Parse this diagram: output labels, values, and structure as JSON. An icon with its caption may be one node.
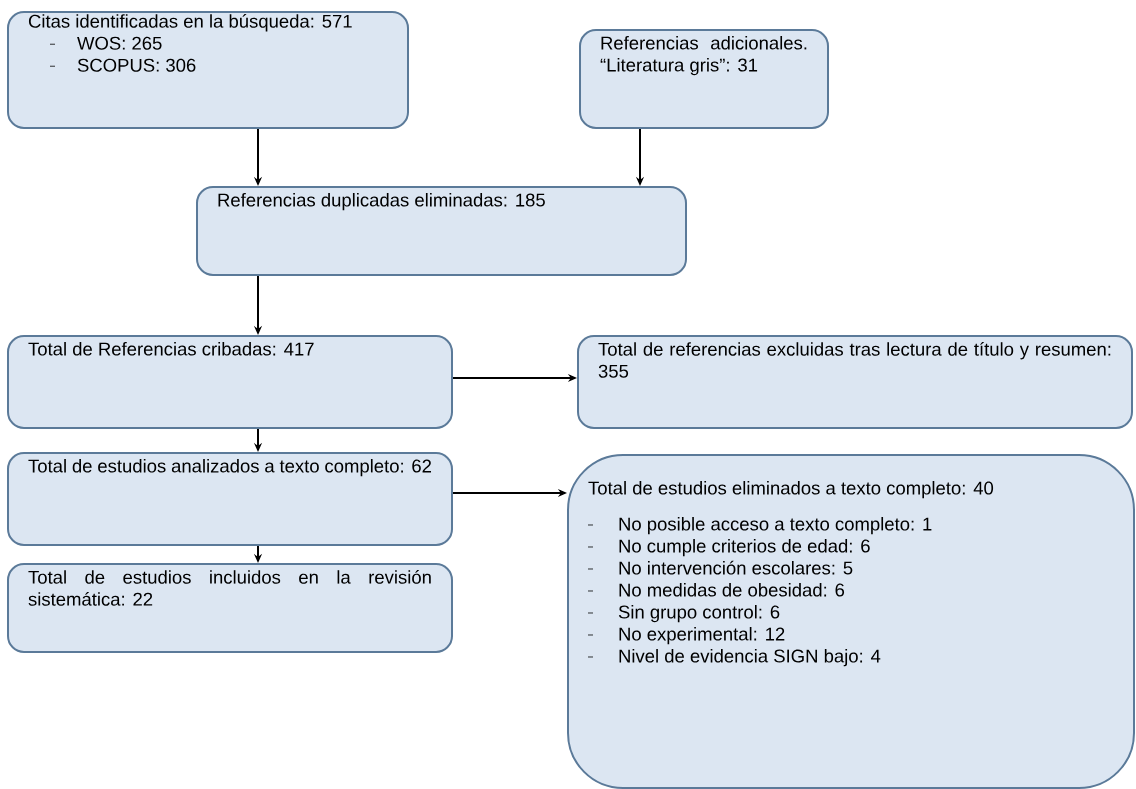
{
  "diagram": {
    "nodes": [
      {
        "text": [
          "Citas identificadas en la búsqueda: 571",
          "WOS: 265",
          "SCOPUS: 306"
        ]
      },
      {
        "text": [
          "Referencias adicionales. “Literatura gris”: 31"
        ]
      },
      {
        "text": [
          "Referencias duplicadas eliminadas: 185"
        ]
      },
      {
        "text": [
          "Total de Referencias cribadas: 417"
        ]
      },
      {
        "text": [
          "Total de referencias excluidas tras lectura de título y resumen: 355"
        ]
      },
      {
        "text": [
          "Total de estudios analizados a texto completo: 62"
        ]
      },
      {
        "text": [
          "Total de estudios eliminados a texto completo: 40",
          "No posible acceso a texto completo: 1",
          "No cumple criterios de edad: 6",
          "No intervención escolares: 5",
          "No medidas de obesidad: 6",
          "Sin grupo control: 6",
          "No experimental: 12",
          "Nivel de evidencia SIGN bajo: 4"
        ]
      },
      {
        "text": [
          "Total de estudios incluidos en la revisión sistemática: 22"
        ]
      }
    ],
    "edges": [
      {
        "from": 0,
        "to": 2,
        "arrow": "to"
      },
      {
        "from": 1,
        "to": 2,
        "arrow": "to"
      },
      {
        "from": 2,
        "to": 3,
        "arrow": "to"
      },
      {
        "from": 3,
        "to": 4,
        "arrow": "to"
      },
      {
        "from": 3,
        "to": 5,
        "arrow": "to"
      },
      {
        "from": 5,
        "to": 6,
        "arrow": "to"
      },
      {
        "from": 5,
        "to": 7,
        "arrow": "to"
      }
    ]
  }
}
